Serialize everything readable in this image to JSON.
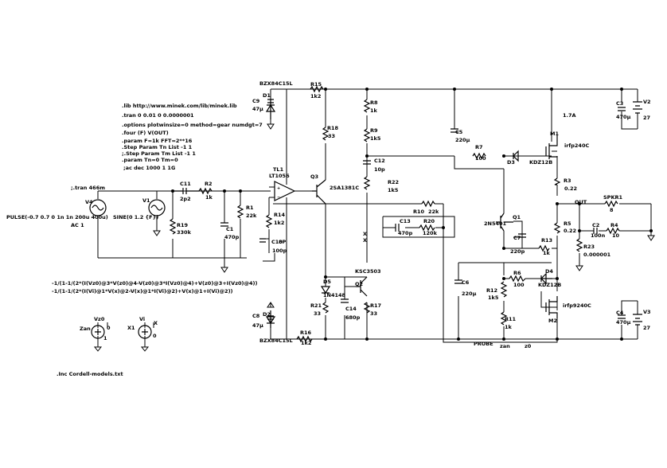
{
  "directives": {
    "lib": ".lib http://www.minek.com/lib/minek.lib",
    "tran": ".tran 0 0.01 0 0.0000001",
    "options": ".options plotwinsize=0 method=gear numdgt=7",
    "four": ".four (F) V(OUT)",
    "param": ".param F=1k FFT=2**16",
    "step_tn": ".Step Param Tn List -1 1",
    "step_tm": ";.Step Param Tm List -1 1",
    "param_t": ".param Tn=0 Tm=0",
    "ac": ";ac dec 1000 1 1G",
    "tran2": ";.tran 466m",
    "formula1": "-1/(1-1/(2*(I(Vz0)@3*V(z0)@4-V(z0)@3*I(Vz0)@4)+V(z0)@3+I(Vz0)@4))",
    "formula2": "-1/(1-1/(2*(I(Vi)@1*V(x)@2-V(x)@1*I(Vi)@2)+V(x)@1+I(Vi)@2))",
    "inc": ".Inc Cordell-models.txt"
  },
  "sources": {
    "v4": "V4",
    "v4_val1": "PULSE(-0.7 0.7 0 1n 1n 200u 400u)",
    "v4_val2": "AC 1",
    "v1": "V1",
    "v1_val": "SINE(0 1.2 {F})",
    "v2": "V2",
    "v2_val": "27",
    "v3": "V3",
    "v3_val": "27",
    "vz0": "Vz0",
    "vz0_val": "0",
    "zan": "Zan",
    "vi": "Vi",
    "vi_val": "0",
    "x1": "X1",
    "x": "X",
    "one": "1"
  },
  "components": {
    "c11": "C11",
    "c11_val": "2p2",
    "r2": "R2",
    "r2_val": "1k",
    "r19": "R19",
    "r19_val": "330k",
    "c1": "C1",
    "c1_val": "470p",
    "r1": "R1",
    "r1_val": "22k",
    "tl1": "TL1",
    "tl1_val": "LT1056",
    "r14": "R14",
    "r14_val": "1k2",
    "c10": "C10",
    "c10_val": "8P",
    "c10_val2": "100p",
    "c9": "C9",
    "c9_val": "47µ",
    "d1": "D1",
    "d1_val": "BZX84C15L",
    "r15": "R15",
    "r15_val": "1k2",
    "r18": "R18",
    "r18_val": "33",
    "q3": "Q3",
    "q3_val": "2SA1381C",
    "r8": "R8",
    "r8_val": "1k",
    "r9": "R9",
    "r9_val": "1k5",
    "c12": "C12",
    "c12_val": "10p",
    "r22": "R22",
    "r22_val": "1k5",
    "c5": "C5",
    "c5_val": "220µ",
    "r7": "R7",
    "r7_val": "100",
    "d3": "D3",
    "d3_val": "KDZ12B",
    "m1": "M1",
    "m1_val": "irfp240C",
    "i_label": "1.7A",
    "c3": "C3",
    "c3_val": "470µ",
    "r3": "R3",
    "r3_val": "0.22",
    "r10": "R10",
    "r10_val": "22k",
    "c13": "C13",
    "c13_val": "470p",
    "r20": "R20",
    "r20_val": "120k",
    "q1": "Q1",
    "q1_val": "2N5401",
    "out": "OUT",
    "spkr1": "SPKR1",
    "spkr1_val": "8",
    "r5": "R5",
    "r5_val": "0.22",
    "c2": "C2",
    "c2_val": "100n",
    "r4": "R4",
    "r4_val": "10",
    "c7": "C7",
    "c7_val": "220p",
    "r13": "R13",
    "r13_val": "1k",
    "r23": "R23",
    "r23_val": "0.000001",
    "c6": "C6",
    "c6_val": "220µ",
    "r6": "R6",
    "r6_val": "100",
    "d4": "D4",
    "d4_val": "KDZ12B",
    "r12": "R12",
    "r12_val": "1k5",
    "m2": "M2",
    "m2_val": "irfp9240C",
    "r11": "R11",
    "r11_val": "1k",
    "q2": "Q2",
    "q2_val": "KSC3503",
    "d5": "D5",
    "d5_val": "1N4148",
    "c14": "C14",
    "c14_val": "680p",
    "r21": "R21",
    "r21_val": "33",
    "r17": "R17",
    "r17_val": "33",
    "c8": "C8",
    "c8_val": "47µ",
    "d2": "D2",
    "d2_val": "BZX84C15L",
    "r16": "R16",
    "r16_val": "1k2",
    "c4": "C4",
    "c4_val": "470µ",
    "probe": "PROBE",
    "zan_net": "zan",
    "z0_net": "z0",
    "x_net": "X"
  }
}
